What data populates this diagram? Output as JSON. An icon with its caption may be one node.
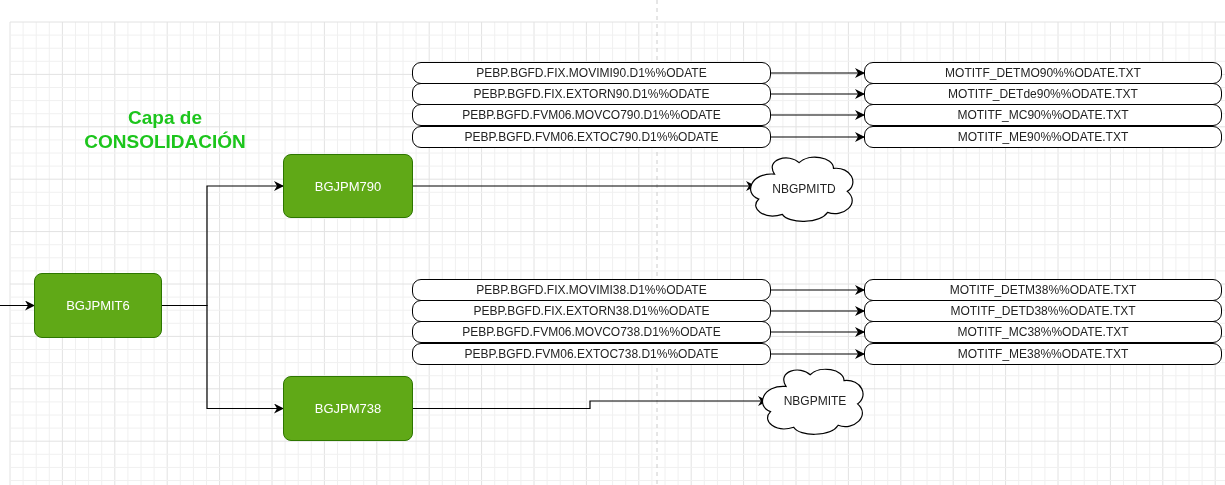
{
  "diagram": {
    "title": "Capa de CONSOLIDACIÓN",
    "nodes": [
      {
        "text": [
          "BGJPMIT6"
        ]
      },
      {
        "text": [
          "BGJPM790"
        ]
      },
      {
        "text": [
          "BGJPM738"
        ]
      },
      {
        "text": [
          "PEBP.BGFD.FIX.MOVIMI90.D1%%ODATE"
        ]
      },
      {
        "text": [
          "PEBP.BGFD.FIX.EXTORN90.D1%%ODATE"
        ]
      },
      {
        "text": [
          "PEBP.BGFD.FVM06.MOVCO790.D1%%ODATE"
        ]
      },
      {
        "text": [
          "PEBP.BGFD.FVM06.EXTOC790.D1%%ODATE"
        ]
      },
      {
        "text": [
          "MOTITF_DETMO90%%ODATE.TXT"
        ]
      },
      {
        "text": [
          "MOTITF_DETde90%%ODATE.TXT"
        ]
      },
      {
        "text": [
          "MOTITF_MC90%%ODATE.TXT"
        ]
      },
      {
        "text": [
          "MOTITF_ME90%%ODATE.TXT"
        ]
      },
      {
        "text": [
          "NBGPMITD"
        ]
      },
      {
        "text": [
          "PEBP.BGFD.FIX.MOVIMI38.D1%%ODATE"
        ]
      },
      {
        "text": [
          "PEBP.BGFD.FIX.EXTORN38.D1%%ODATE"
        ]
      },
      {
        "text": [
          "PEBP.BGFD.FVM06.MOVCO738.D1%%ODATE"
        ]
      },
      {
        "text": [
          "PEBP.BGFD.FVM06.EXTOC738.D1%%ODATE"
        ]
      },
      {
        "text": [
          "MOTITF_DETM38%%ODATE.TXT"
        ]
      },
      {
        "text": [
          "MOTITF_DETD38%%ODATE.TXT"
        ]
      },
      {
        "text": [
          "MOTITF_MC38%%ODATE.TXT"
        ]
      },
      {
        "text": [
          "MOTITF_ME38%%ODATE.TXT"
        ]
      },
      {
        "text": [
          "NBGPMITE"
        ]
      }
    ],
    "edges": [
      {
        "from": null,
        "to": 0,
        "arrow": "to"
      },
      {
        "from": 0,
        "to": 1,
        "arrow": "to"
      },
      {
        "from": 0,
        "to": 2,
        "arrow": "to"
      },
      {
        "from": 1,
        "to": 11,
        "arrow": "to"
      },
      {
        "from": 2,
        "to": 20,
        "arrow": "to"
      },
      {
        "from": 3,
        "to": 7,
        "arrow": "to"
      },
      {
        "from": 4,
        "to": 8,
        "arrow": "to"
      },
      {
        "from": 5,
        "to": 9,
        "arrow": "to"
      },
      {
        "from": 6,
        "to": 10,
        "arrow": "to"
      },
      {
        "from": 12,
        "to": 16,
        "arrow": "to"
      },
      {
        "from": 13,
        "to": 17,
        "arrow": "to"
      },
      {
        "from": 14,
        "to": 18,
        "arrow": "to"
      },
      {
        "from": 15,
        "to": 19,
        "arrow": "to"
      }
    ]
  }
}
